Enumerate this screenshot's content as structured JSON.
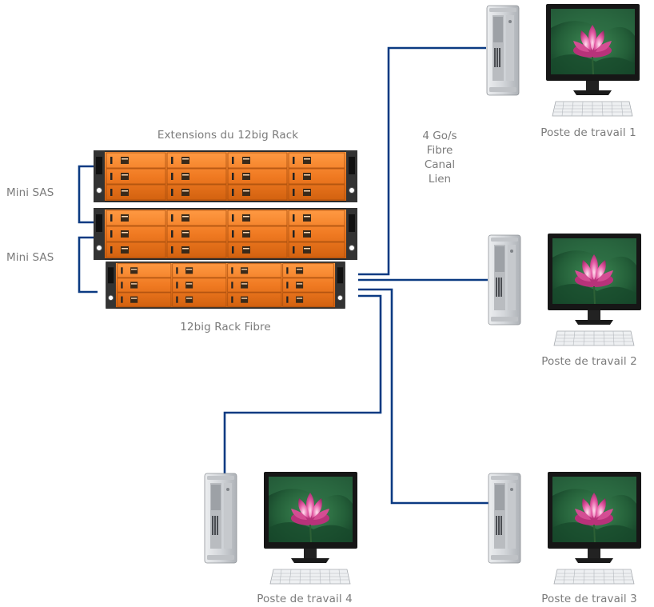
{
  "rack": {
    "expansion_label": "Extensions du 12big Rack",
    "main_label": "12big Rack Fibre",
    "units": 3,
    "drive_rows": 3,
    "drive_columns": 4
  },
  "connections": {
    "mini_sas_label_1": "Mini SAS",
    "mini_sas_label_2": "Mini SAS",
    "fibre_link_lines": [
      "4 Go/s",
      "Fibre",
      "Canal",
      "Lien"
    ]
  },
  "workstations": [
    {
      "label": "Poste de travail 1"
    },
    {
      "label": "Poste de travail 2"
    },
    {
      "label": "Poste de travail 3"
    },
    {
      "label": "Poste de travail 4"
    }
  ],
  "colors": {
    "cable": "#0b3a82",
    "rack_orange": "#f07a22",
    "rack_dark": "#2a2a2a",
    "label_gray": "#7b7b7b",
    "tower_silver": "#d7d9dc"
  }
}
